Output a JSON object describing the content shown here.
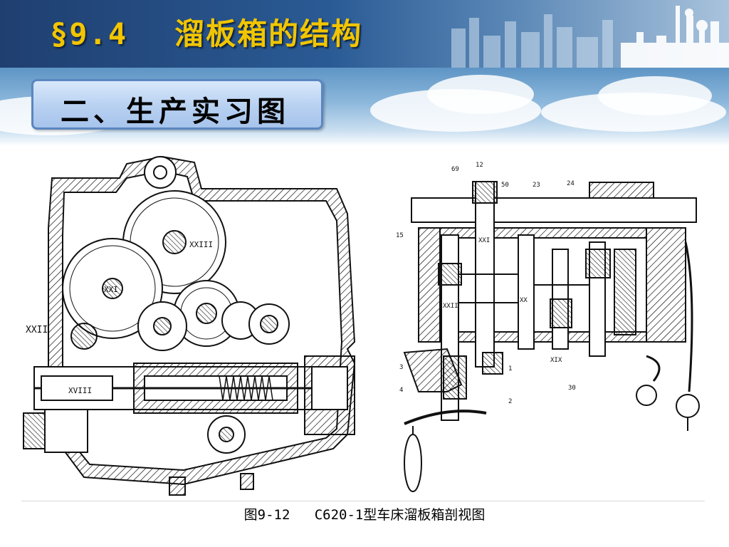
{
  "header": {
    "section_number": "§9.4",
    "title": "溜板箱的结构"
  },
  "subtitle": "二、生产实习图",
  "figure": {
    "caption": "图9-12   C620-1型车床溜板箱剖视图",
    "left_roman_labels": [
      "XXIII",
      "XXI",
      "XXII",
      "XVIII"
    ],
    "right_labels": [
      "69",
      "12",
      "50",
      "23",
      "24",
      "15",
      "XXI",
      "XXII",
      "XX",
      "XIX",
      "30",
      "1",
      "2",
      "3",
      "4"
    ]
  },
  "colors": {
    "header_title": "#f2c500",
    "header_bg": "#1f3f70",
    "subtitle_border": "#5b86c0",
    "subtitle_bg": "#b7d0f1"
  }
}
